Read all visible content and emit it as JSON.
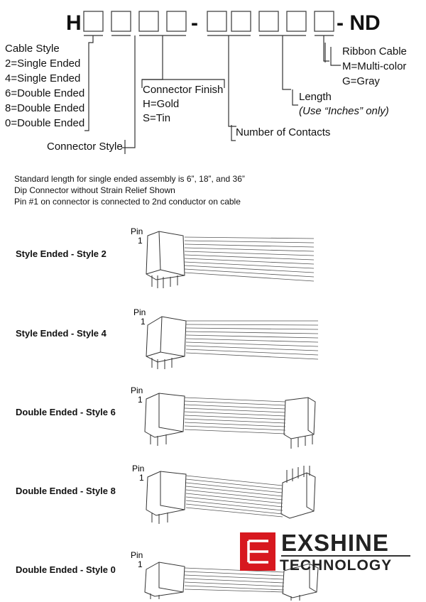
{
  "part_number": {
    "prefix": "H",
    "dash1": "-",
    "suffix": "- ND"
  },
  "legend": {
    "cable_style": [
      "Cable Style",
      "2=Single Ended",
      "4=Single Ended",
      "6=Double Ended",
      "8=Double Ended",
      "0=Double Ended"
    ],
    "connector_style": "Connector Style",
    "connector_finish": [
      "Connector Finish",
      "H=Gold",
      "S=Tin"
    ],
    "number_of_contacts": "Number of Contacts",
    "length": [
      "Length",
      "(Use “Inches” only)"
    ],
    "ribbon_cable": [
      "Ribbon Cable",
      "M=Multi-color",
      "G=Gray"
    ]
  },
  "notes": [
    "Standard length for single ended assembly is 6”, 18”, and 36”",
    "Dip Connector without Strain Relief Shown",
    "Pin #1 on connector is connected to 2nd conductor on cable"
  ],
  "pin_label": [
    "Pin",
    "1"
  ],
  "styles": [
    {
      "label": "Style Ended - Style 2",
      "ends": "single"
    },
    {
      "label": "Style Ended - Style 4",
      "ends": "single"
    },
    {
      "label": "Double Ended - Style 6",
      "ends": "double"
    },
    {
      "label": "Double Ended - Style 8",
      "ends": "double"
    },
    {
      "label": "Double Ended - Style 0",
      "ends": "double"
    }
  ],
  "logo": {
    "line1": "EXSHINE",
    "line2": "TECHNOLOGY",
    "mark_color": "#d7181f",
    "text_color": "#222222"
  }
}
